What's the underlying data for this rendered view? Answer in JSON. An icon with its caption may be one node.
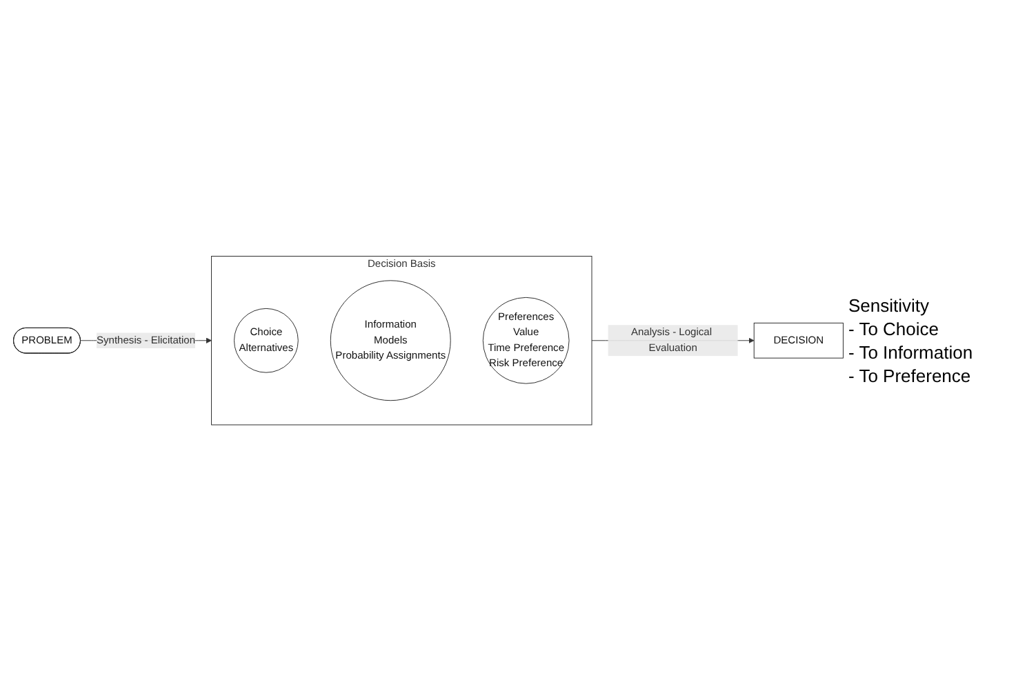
{
  "diagram": {
    "nodes": [
      {
        "text": [
          "PROBLEM"
        ]
      },
      {
        "text": [
          "Decision Basis"
        ]
      },
      {
        "text": [
          "Choice",
          "Alternatives"
        ],
        "in": 1
      },
      {
        "text": [
          "Information",
          "Models",
          "Probability Assignments"
        ],
        "in": 1
      },
      {
        "text": [
          "Preferences",
          "Value",
          "Time Preference",
          "Risk Preference"
        ],
        "in": 1
      },
      {
        "text": [
          "DECISION"
        ]
      }
    ],
    "edges": [
      {
        "from": 0,
        "to": 1,
        "arrow": "to",
        "label": "Synthesis - Elicitation"
      },
      {
        "from": 1,
        "to": 5,
        "arrow": "to",
        "label": "Analysis - Logical Evaluation"
      }
    ],
    "labels": [
      "Sensitivity",
      "- To Choice",
      "- To Information",
      "- To Preference"
    ]
  }
}
